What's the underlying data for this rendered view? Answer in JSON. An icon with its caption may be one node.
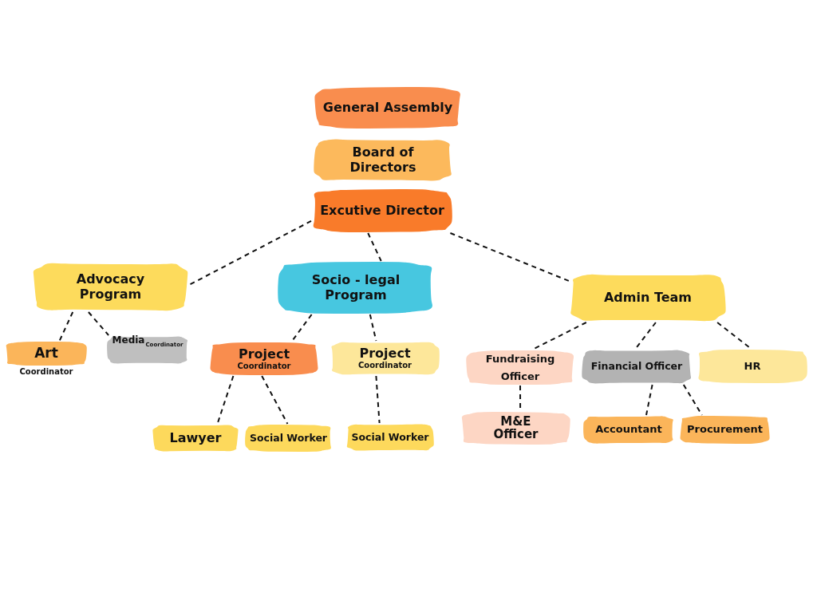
{
  "diagram": {
    "nodes": [
      {
        "text": [
          "General Assembly"
        ]
      },
      {
        "text": [
          "Board of Directors"
        ]
      },
      {
        "text": [
          "Excutive Director"
        ]
      },
      {
        "text": [
          "Advocacy Program"
        ]
      },
      {
        "text": [
          "Socio - legal Program"
        ]
      },
      {
        "text": [
          "Admin Team"
        ]
      },
      {
        "text": [
          "Art",
          "Coordinator"
        ]
      },
      {
        "text": [
          "Media",
          "Coordinator"
        ]
      },
      {
        "text": [
          "Project",
          "Coordinator"
        ]
      },
      {
        "text": [
          "Project",
          "Coordinator"
        ]
      },
      {
        "text": [
          "Fundraising Officer"
        ]
      },
      {
        "text": [
          "Financial Officer"
        ]
      },
      {
        "text": [
          "HR"
        ]
      },
      {
        "text": [
          "Lawyer"
        ]
      },
      {
        "text": [
          "Social Worker"
        ]
      },
      {
        "text": [
          "Social Worker"
        ]
      },
      {
        "text": [
          "M&E Officer"
        ]
      },
      {
        "text": [
          "Accountant"
        ]
      },
      {
        "text": [
          "Procurement"
        ]
      }
    ],
    "edges": [
      {
        "from": 2,
        "to": 3,
        "arrow": "none"
      },
      {
        "from": 2,
        "to": 4,
        "arrow": "none"
      },
      {
        "from": 2,
        "to": 5,
        "arrow": "none"
      },
      {
        "from": 3,
        "to": 6,
        "arrow": "none"
      },
      {
        "from": 3,
        "to": 7,
        "arrow": "none"
      },
      {
        "from": 4,
        "to": 8,
        "arrow": "none"
      },
      {
        "from": 4,
        "to": 9,
        "arrow": "none"
      },
      {
        "from": 5,
        "to": 10,
        "arrow": "none"
      },
      {
        "from": 5,
        "to": 11,
        "arrow": "none"
      },
      {
        "from": 5,
        "to": 12,
        "arrow": "none"
      },
      {
        "from": 8,
        "to": 13,
        "arrow": "none"
      },
      {
        "from": 8,
        "to": 14,
        "arrow": "none"
      },
      {
        "from": 9,
        "to": 15,
        "arrow": "none"
      },
      {
        "from": 10,
        "to": 16,
        "arrow": "none"
      },
      {
        "from": 11,
        "to": 17,
        "arrow": "none"
      },
      {
        "from": 11,
        "to": 18,
        "arrow": "none"
      }
    ]
  }
}
